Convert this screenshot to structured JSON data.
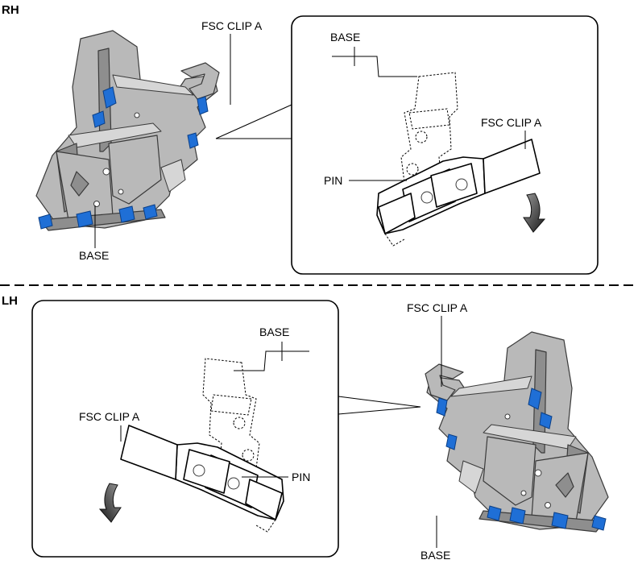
{
  "sections": {
    "rh": {
      "label": "RH",
      "bracket": {
        "clip_label": "FSC CLIP A",
        "base_label": "BASE"
      },
      "detail": {
        "base_label": "BASE",
        "clip_label": "FSC CLIP A",
        "pin_label": "PIN"
      }
    },
    "lh": {
      "label": "LH",
      "bracket": {
        "clip_label": "FSC CLIP A",
        "base_label": "BASE"
      },
      "detail": {
        "base_label": "BASE",
        "clip_label": "FSC CLIP A",
        "pin_label": "PIN"
      }
    }
  },
  "colors": {
    "clip_blue": "#1f6fd6",
    "metal_gray": "#b9b9b9",
    "line": "#000000"
  },
  "icons": {
    "rotation_arrow": "curved-arrow-down-icon"
  }
}
